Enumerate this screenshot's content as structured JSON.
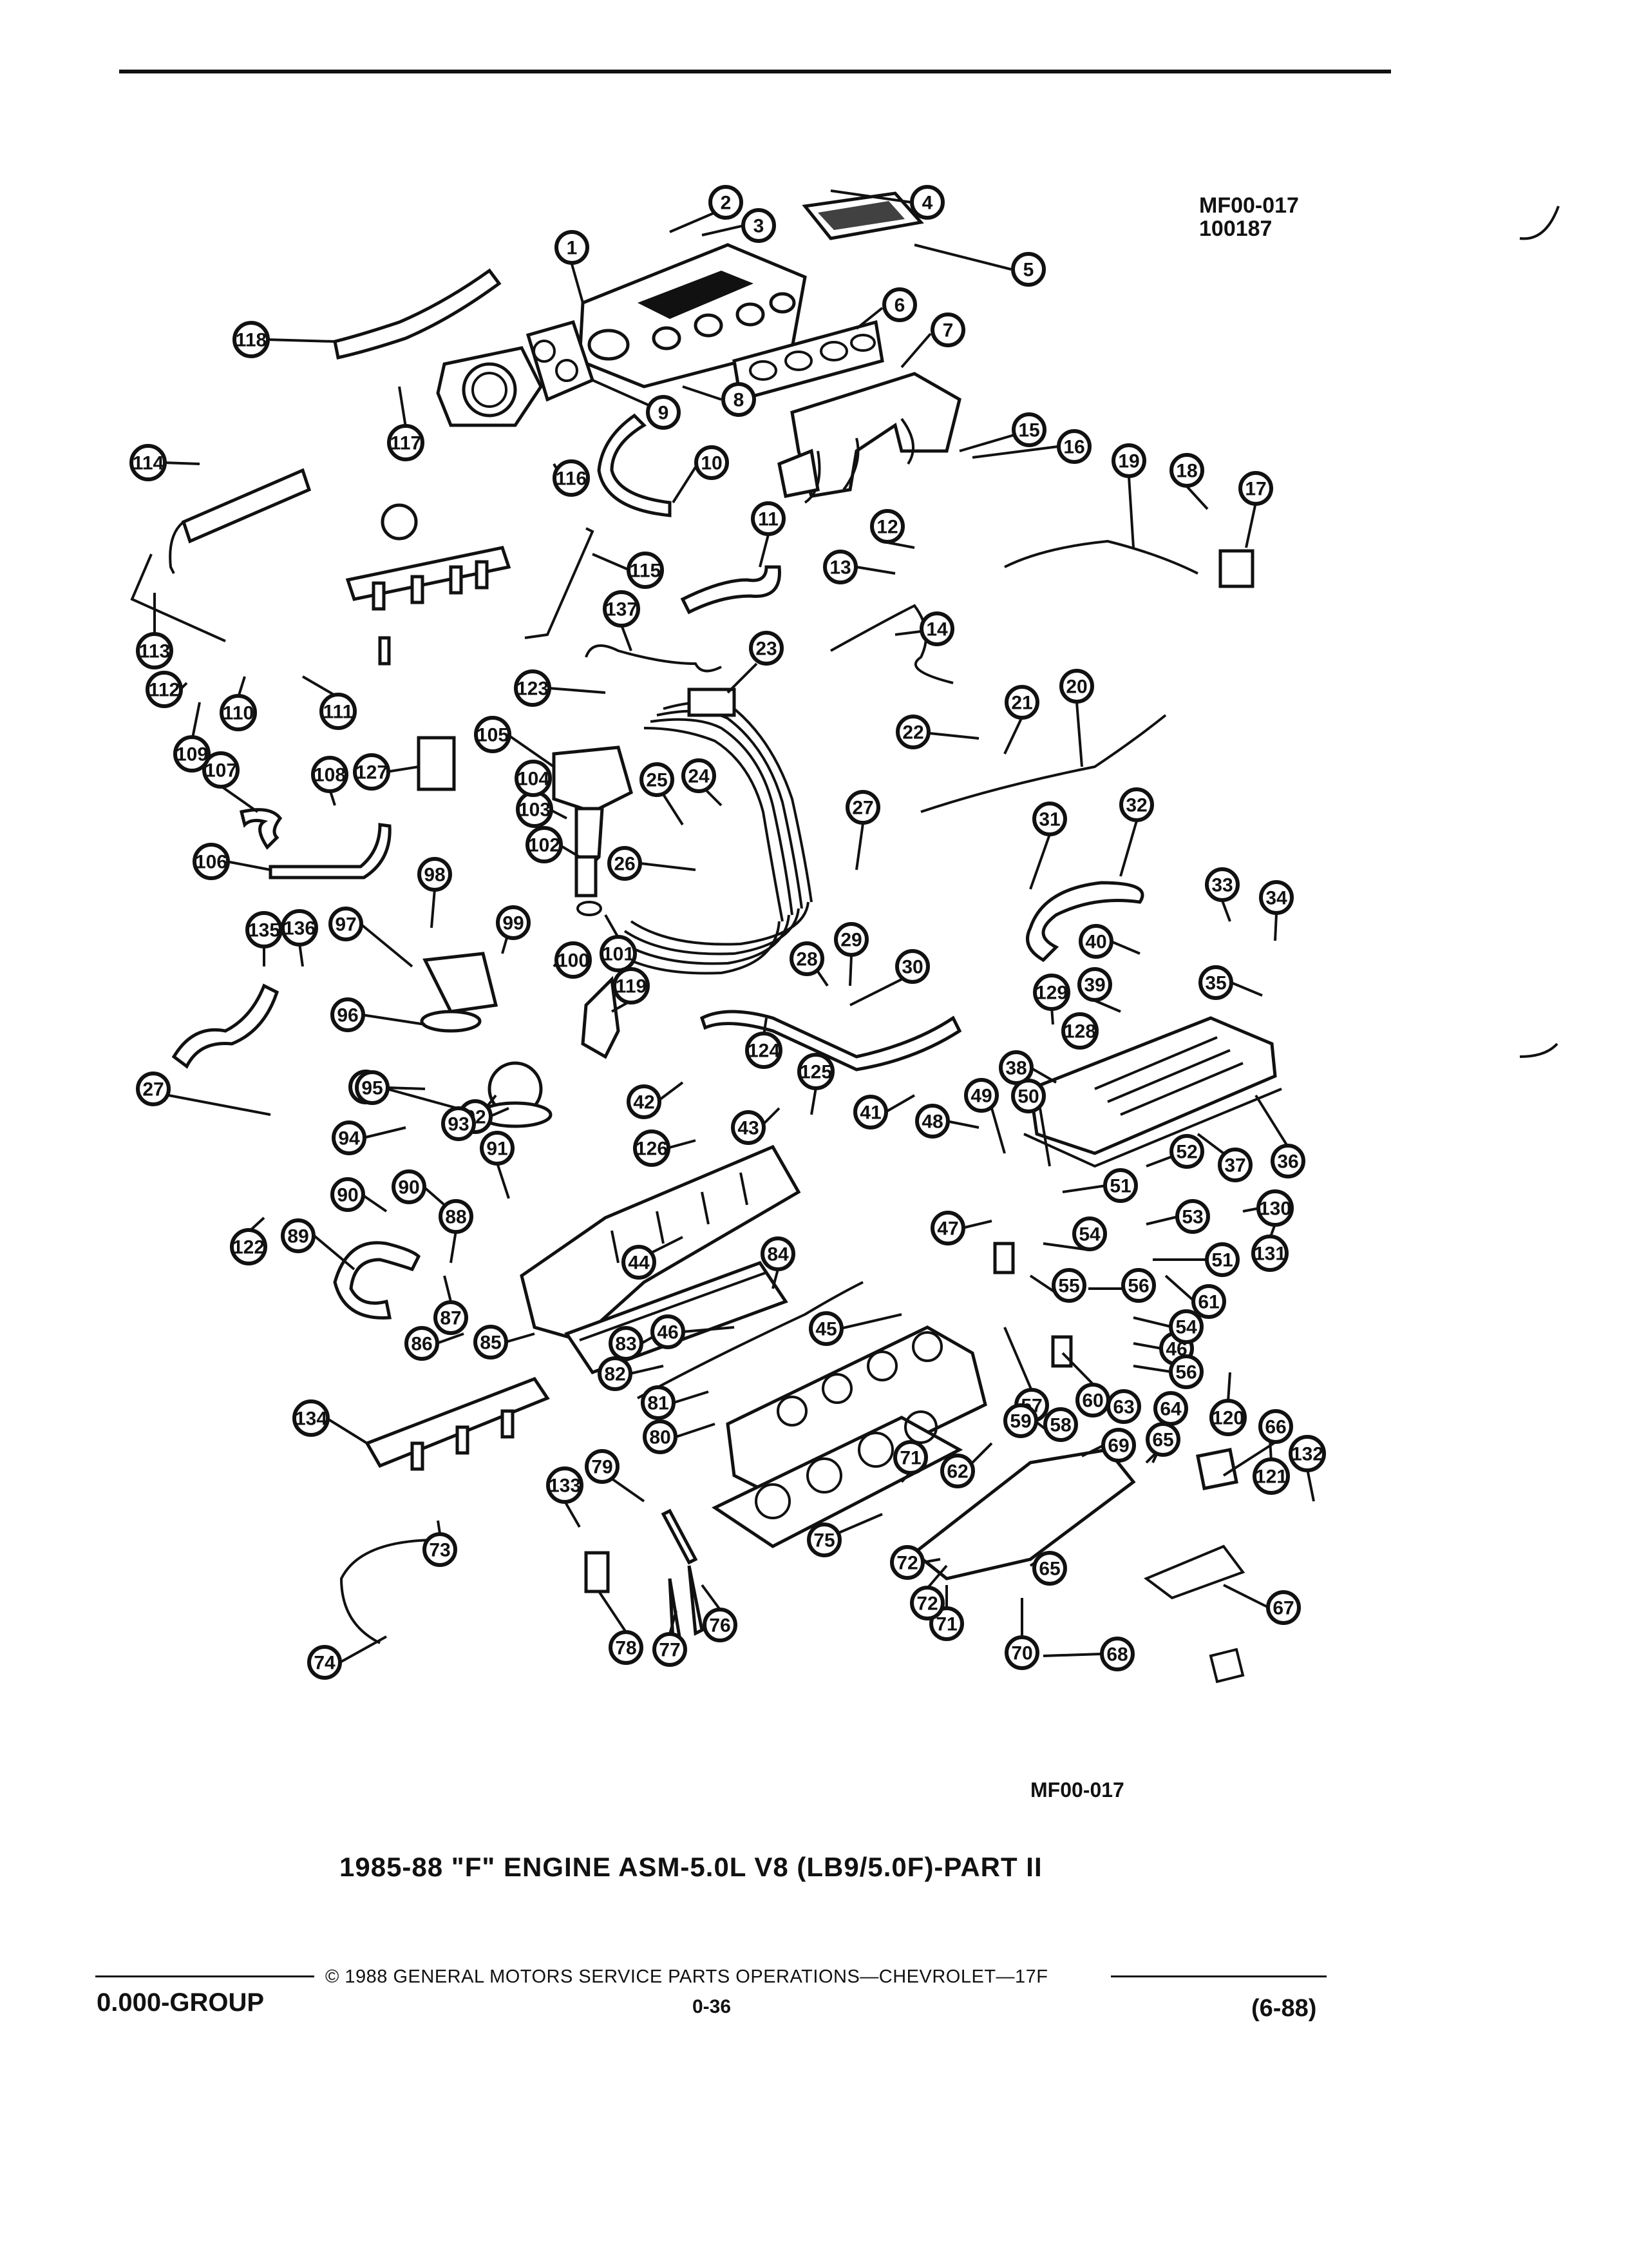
{
  "header": {
    "ref_code": "MF00-017",
    "ref_date": "100187"
  },
  "figure": {
    "code": "MF00-017",
    "title": "1985-88 \"F\" ENGINE ASM-5.0L V8 (LB9/5.0F)-PART II"
  },
  "callouts": [
    {
      "n": "1"
    },
    {
      "n": "2"
    },
    {
      "n": "3"
    },
    {
      "n": "4"
    },
    {
      "n": "5"
    },
    {
      "n": "6"
    },
    {
      "n": "7"
    },
    {
      "n": "8"
    },
    {
      "n": "9"
    },
    {
      "n": "10"
    },
    {
      "n": "11"
    },
    {
      "n": "12"
    },
    {
      "n": "13"
    },
    {
      "n": "14"
    },
    {
      "n": "15"
    },
    {
      "n": "16"
    },
    {
      "n": "17"
    },
    {
      "n": "18"
    },
    {
      "n": "19"
    },
    {
      "n": "20"
    },
    {
      "n": "21"
    },
    {
      "n": "22"
    },
    {
      "n": "23"
    },
    {
      "n": "24"
    },
    {
      "n": "25"
    },
    {
      "n": "26"
    },
    {
      "n": "27"
    },
    {
      "n": "27"
    },
    {
      "n": "28"
    },
    {
      "n": "29"
    },
    {
      "n": "30"
    },
    {
      "n": "31"
    },
    {
      "n": "32"
    },
    {
      "n": "33"
    },
    {
      "n": "34"
    },
    {
      "n": "35"
    },
    {
      "n": "36"
    },
    {
      "n": "37"
    },
    {
      "n": "38"
    },
    {
      "n": "39"
    },
    {
      "n": "39"
    },
    {
      "n": "40"
    },
    {
      "n": "41"
    },
    {
      "n": "42"
    },
    {
      "n": "43"
    },
    {
      "n": "44"
    },
    {
      "n": "45"
    },
    {
      "n": "46"
    },
    {
      "n": "46"
    },
    {
      "n": "47"
    },
    {
      "n": "48"
    },
    {
      "n": "49"
    },
    {
      "n": "50"
    },
    {
      "n": "51"
    },
    {
      "n": "51"
    },
    {
      "n": "52"
    },
    {
      "n": "53"
    },
    {
      "n": "54"
    },
    {
      "n": "54"
    },
    {
      "n": "55"
    },
    {
      "n": "56"
    },
    {
      "n": "56"
    },
    {
      "n": "57"
    },
    {
      "n": "58"
    },
    {
      "n": "59"
    },
    {
      "n": "60"
    },
    {
      "n": "61"
    },
    {
      "n": "62"
    },
    {
      "n": "63"
    },
    {
      "n": "64"
    },
    {
      "n": "65"
    },
    {
      "n": "65"
    },
    {
      "n": "66"
    },
    {
      "n": "67"
    },
    {
      "n": "68"
    },
    {
      "n": "69"
    },
    {
      "n": "70"
    },
    {
      "n": "71"
    },
    {
      "n": "71"
    },
    {
      "n": "72"
    },
    {
      "n": "72"
    },
    {
      "n": "73"
    },
    {
      "n": "74"
    },
    {
      "n": "75"
    },
    {
      "n": "76"
    },
    {
      "n": "77"
    },
    {
      "n": "78"
    },
    {
      "n": "79"
    },
    {
      "n": "80"
    },
    {
      "n": "81"
    },
    {
      "n": "82"
    },
    {
      "n": "83"
    },
    {
      "n": "84"
    },
    {
      "n": "85"
    },
    {
      "n": "86"
    },
    {
      "n": "87"
    },
    {
      "n": "88"
    },
    {
      "n": "89"
    },
    {
      "n": "90"
    },
    {
      "n": "90"
    },
    {
      "n": "91"
    },
    {
      "n": "92"
    },
    {
      "n": "93"
    },
    {
      "n": "94"
    },
    {
      "n": "95"
    },
    {
      "n": "96"
    },
    {
      "n": "97"
    },
    {
      "n": "98"
    },
    {
      "n": "99"
    },
    {
      "n": "100"
    },
    {
      "n": "101"
    },
    {
      "n": "102"
    },
    {
      "n": "103"
    },
    {
      "n": "104"
    },
    {
      "n": "105"
    },
    {
      "n": "106"
    },
    {
      "n": "107"
    },
    {
      "n": "108"
    },
    {
      "n": "109"
    },
    {
      "n": "110"
    },
    {
      "n": "111"
    },
    {
      "n": "112"
    },
    {
      "n": "113"
    },
    {
      "n": "114"
    },
    {
      "n": "115"
    },
    {
      "n": "116"
    },
    {
      "n": "117"
    },
    {
      "n": "118"
    },
    {
      "n": "119"
    },
    {
      "n": "120"
    },
    {
      "n": "121"
    },
    {
      "n": "122"
    },
    {
      "n": "123"
    },
    {
      "n": "124"
    },
    {
      "n": "125"
    },
    {
      "n": "126"
    },
    {
      "n": "127"
    },
    {
      "n": "128"
    },
    {
      "n": "129"
    },
    {
      "n": "130"
    },
    {
      "n": "131"
    },
    {
      "n": "132"
    },
    {
      "n": "133"
    },
    {
      "n": "134"
    },
    {
      "n": "135"
    },
    {
      "n": "136"
    },
    {
      "n": "137"
    }
  ],
  "footer": {
    "copyright": "© 1988 GENERAL MOTORS SERVICE PARTS OPERATIONS—CHEVROLET—17F",
    "group": "0.000-GROUP",
    "page": "0-36",
    "date": "(6-88)"
  }
}
